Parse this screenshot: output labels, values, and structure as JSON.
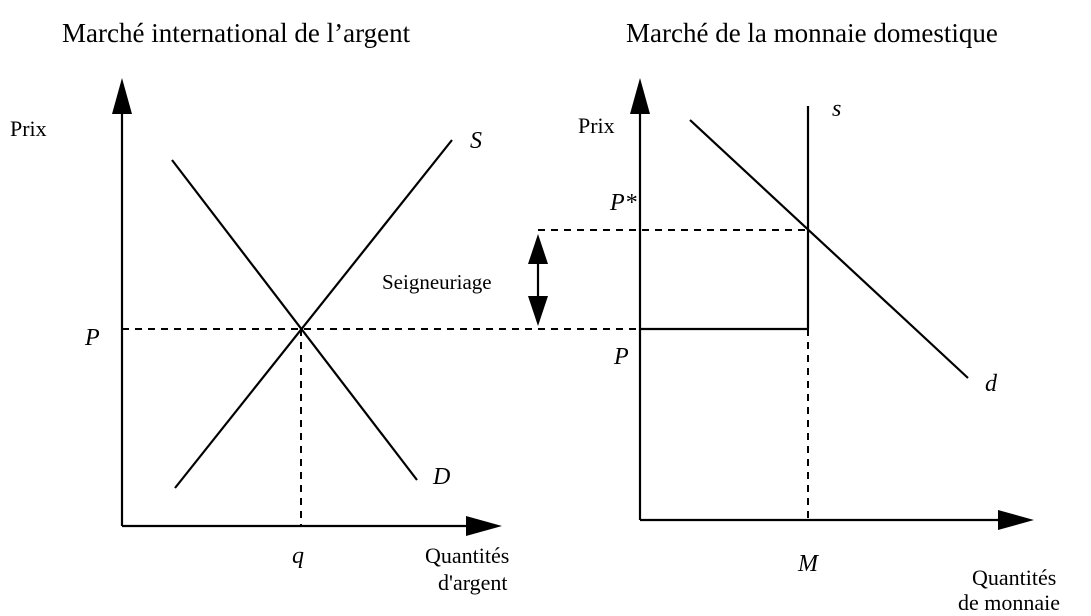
{
  "left_panel": {
    "title": "Marché international de l’argent",
    "y_axis_label": "Prix",
    "x_axis_label_line1": "Quantités",
    "x_axis_label_line2": "d'argent",
    "supply_label": "S",
    "demand_label": "D",
    "price_label": "P",
    "quantity_label": "q"
  },
  "right_panel": {
    "title": "Marché de la monnaie domestique",
    "y_axis_label": "Prix",
    "x_axis_label_line1": "Quantités",
    "x_axis_label_line2": "de monnaie",
    "supply_label": "s",
    "demand_label": "d",
    "price_star_label": "P*",
    "price_label": "P",
    "money_label": "M"
  },
  "seigneuriage_label": "Seigneuriage"
}
